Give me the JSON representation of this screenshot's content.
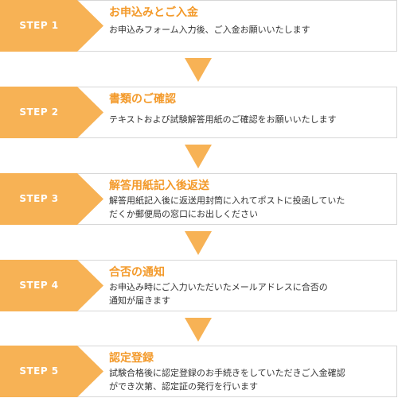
{
  "accent_color": "#f7b255",
  "title_color": "#f39a2b",
  "steps": [
    {
      "label": "STEP 1",
      "title": "お申込みとご入金",
      "description": "お申込みフォーム入力後、ご入金お願いいたします"
    },
    {
      "label": "STEP 2",
      "title": "書類のご確認",
      "description": "テキストおよび試験解答用紙のご確認をお願いいたします"
    },
    {
      "label": "STEP 3",
      "title": "解答用紙記入後返送",
      "description": "解答用紙記入後に返送用封筒に入れてポストに投函していた\nだくか郵便局の窓口にお出しください"
    },
    {
      "label": "STEP 4",
      "title": "合否の通知",
      "description": "お申込み時にご入力いただいたメールアドレスに合否の\n通知が届きます"
    },
    {
      "label": "STEP 5",
      "title": "認定登録",
      "description": "試験合格後に認定登録のお手続きをしていただきご入金確認\nができ次第、認定証の発行を行います"
    }
  ]
}
